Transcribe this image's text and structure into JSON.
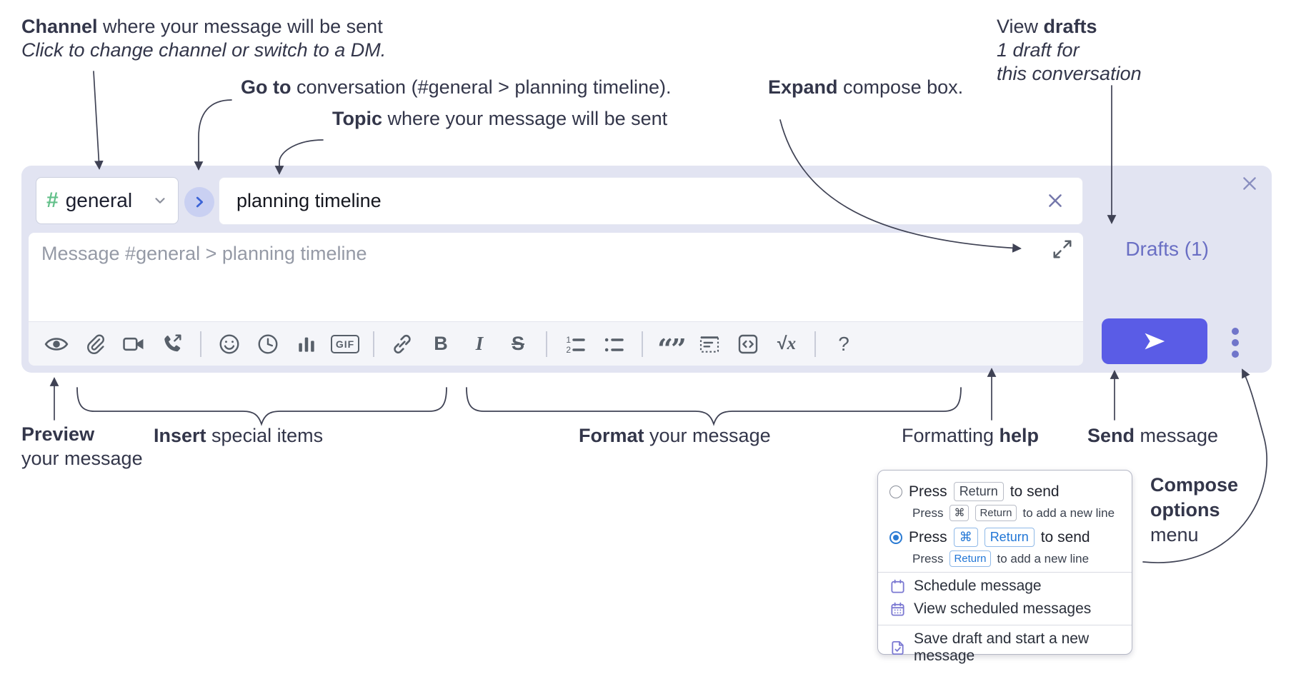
{
  "annotations": {
    "channel": {
      "bold": "Channel",
      "rest": " where your message will be sent",
      "sub": "Click to change channel or switch to a DM."
    },
    "goto": {
      "bold": "Go to",
      "rest": " conversation (#general > planning timeline)."
    },
    "topic": {
      "bold": "Topic",
      "rest": " where your message will be sent"
    },
    "expand": {
      "bold": "Expand",
      "rest": " compose box."
    },
    "drafts": {
      "pre": "View ",
      "bold": "drafts",
      "line2": "1 draft for",
      "line3": "this conversation"
    },
    "preview": {
      "bold": "Preview",
      "line2": "your message"
    },
    "insert": {
      "bold": "Insert",
      "rest": " special items"
    },
    "format": {
      "bold": "Format",
      "rest": " your message"
    },
    "help": {
      "pre": "Formatting ",
      "bold": "help"
    },
    "send": {
      "bold": "Send",
      "rest": " message"
    },
    "compose_options": {
      "line1": "Compose",
      "line2": "options",
      "line3": "menu"
    }
  },
  "compose": {
    "channel_selector": {
      "hash": "#",
      "name": "general"
    },
    "topic_input": {
      "value": "planning timeline"
    },
    "message_input": {
      "placeholder": "Message #general > planning timeline"
    },
    "drafts_link": {
      "label": "Drafts (1)"
    },
    "toolbar": {
      "icons": [
        "preview-eye",
        "attach-paperclip",
        "start-video-call",
        "start-audio-call",
        "emoji",
        "add-global-time",
        "add-poll",
        "add-gif",
        "link",
        "bold",
        "italic",
        "strikethrough",
        "numbered-list",
        "bulleted-list",
        "quote",
        "spoiler",
        "code",
        "math",
        "message-formatting-help"
      ],
      "bold_glyph": "B",
      "italic_glyph": "I",
      "strike_glyph": "S",
      "gif_label": "GIF",
      "quote_glyph": "“”",
      "ol_num1": "1",
      "ol_num2": "2",
      "math_root": "√",
      "math_var": "x",
      "help_glyph": "?"
    }
  },
  "popup": {
    "option1": {
      "press": "Press",
      "key": "Return",
      "suffix": "to send"
    },
    "option1_sub": {
      "press": "Press",
      "key1": "⌘",
      "key2": "Return",
      "suffix": "to add a new line"
    },
    "option2": {
      "press": "Press",
      "key1": "⌘",
      "key2": "Return",
      "suffix": "to send"
    },
    "option2_sub": {
      "press": "Press",
      "key": "Return",
      "suffix": "to add a new line"
    },
    "items": [
      {
        "label": "Schedule message"
      },
      {
        "label": "View scheduled messages"
      },
      {
        "label": "Save draft and start a new message"
      }
    ]
  },
  "colors": {
    "compose_background": "#e2e4f2",
    "send_button": "#5a5ce6",
    "drafts_link": "#6a6fc4",
    "channel_hash_green": "#63c08a",
    "goto_chevron_blue": "#3b63d6",
    "toolbar_icon": "#575f69",
    "popup_purple_icon": "#7b79d2",
    "popup_blue_key": "#2176d6",
    "annotation_text": "#33364a"
  }
}
